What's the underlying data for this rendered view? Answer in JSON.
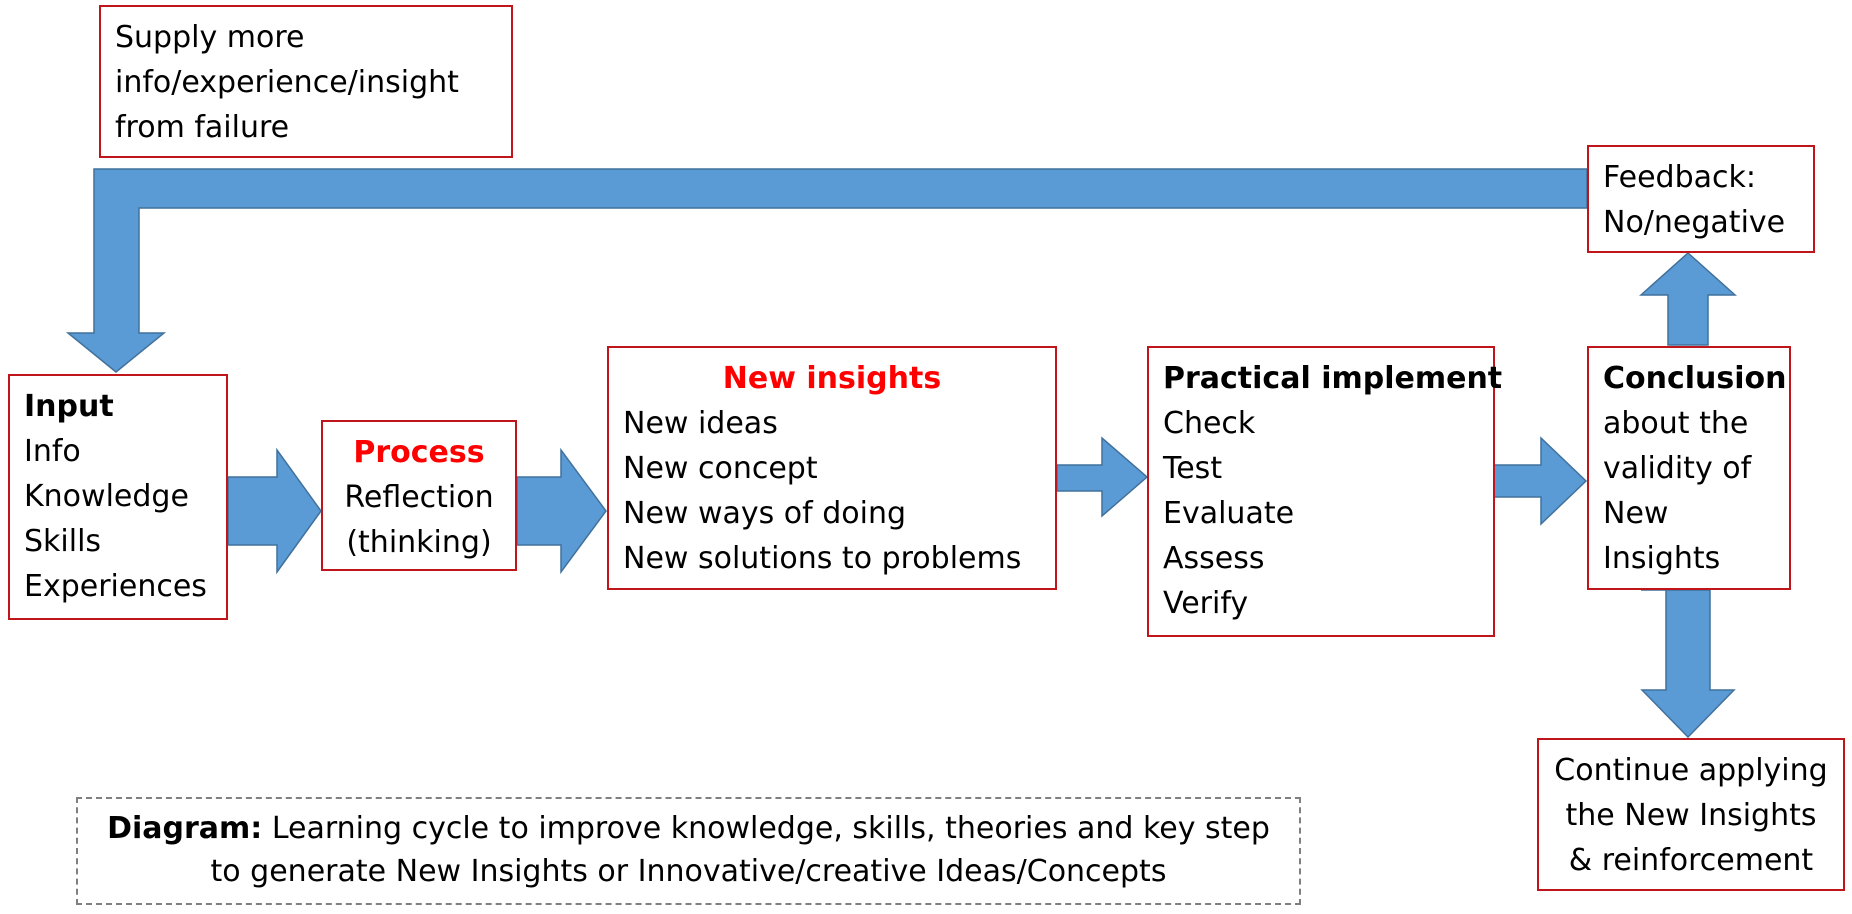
{
  "colors": {
    "border": "#c0161b",
    "arrow": "#5b9bd5",
    "accent": "#ff0000"
  },
  "supply_box": {
    "lines": [
      "Supply more",
      "info/experience/insight",
      "from failure"
    ]
  },
  "feedback_box": {
    "lines": [
      "Feedback:",
      "No/negative"
    ]
  },
  "input_box": {
    "title": "Input",
    "lines": [
      "Info",
      "Knowledge",
      "Skills",
      "Experiences"
    ]
  },
  "process_box": {
    "title": "Process",
    "lines": [
      "Reflection",
      "(thinking)"
    ]
  },
  "insights_box": {
    "title": "New insights",
    "lines": [
      "New ideas",
      "New concept",
      "New ways of doing",
      "New solutions to problems"
    ]
  },
  "practical_box": {
    "title": "Practical implement",
    "lines": [
      "Check",
      "Test",
      "Evaluate",
      "Assess",
      "Verify"
    ]
  },
  "conclusion_box": {
    "title": "Conclusion",
    "lines": [
      "about the",
      "validity of",
      "New",
      "Insights"
    ]
  },
  "continue_box": {
    "lines": [
      "Continue applying",
      "the New Insights",
      "& reinforcement"
    ]
  },
  "caption": {
    "label": "Diagram:",
    "line1": " Learning cycle to improve knowledge, skills, theories and key step",
    "line2": "to generate New Insights or Innovative/creative Ideas/Concepts"
  }
}
